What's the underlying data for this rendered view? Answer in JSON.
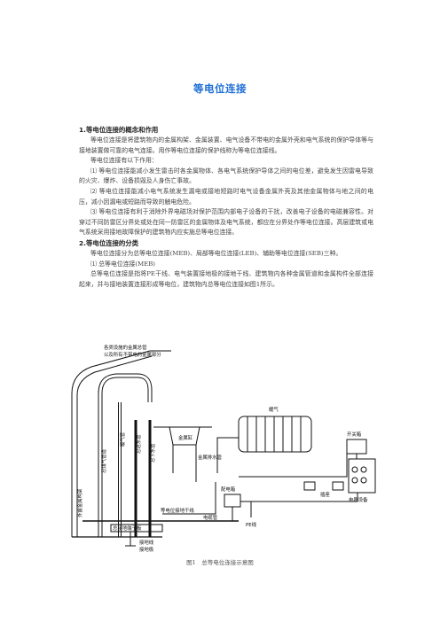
{
  "title": "等电位连接",
  "sections": [
    {
      "heading": "1.等电位连接的概念和作用",
      "paragraphs": [
        "等电位连接是将建筑物内的金属构架、金属装置、电气设备不带电的金属外壳和电气系统的保护导体等与接地装置做可靠的电气连接。用作等电位连接的保护线称为等电位连接线。",
        "等电位连接有以下作用：",
        "⑴ 等电位连接能减小发生雷击时各金属物体、各电气系统保护导体之间的电位差，避免发生因雷电导致的火灾、爆炸、设备损毁及人身伤亡事故。",
        "⑵ 等电位连接能减小电气系统发生漏电或接地短路时电气设备金属外壳及其他金属物体与地之间的电压，减小因漏电或短路而导致的触电危险。",
        "⑶ 等电位连接有利于消除外界电磁场对保护范围内部电子设备的干扰，改善电子设备的电磁兼容性。对穿过不同防雷区分界处或处在同一防雷区的金属物体及电气系统，都应在分界处作等电位连接。高层建筑或电气系统采用接地故障保护的建筑物内应实施总等电位连接。"
      ]
    },
    {
      "heading": "2.等电位连接的分类",
      "paragraphs": [
        "等电位连接分为总等电位连接(MEB)、局部等电位连接(LEB)、辅助等电位连接(SEB)三种。",
        "⑴ 总等电位连接(MEB)",
        "总等电位连接是指将PE干线、电气装置接地极的接地干线、建筑物内各种金属管道和金属构件全部连接起来，并与接地装置连接形成等电位，建筑物内总等电位连接如图1所示。"
      ]
    }
  ],
  "figure": {
    "labels": {
      "top_note_line1": "各类设施的金属总管",
      "top_note_line2": "以及所有不带电的金属部分",
      "building_frame": "外露金属构架",
      "gas_pipe": "总煤气管道",
      "heating_pipe": "暖气管",
      "water_supply": "总进水管",
      "drain_pipe": "总下水管",
      "metal_tank": "金属缸",
      "metal_drain": "金属排水管",
      "radiator": "暖气",
      "switch_box": "开关箱",
      "distribution_box": "配电箱",
      "socket": "插座",
      "electrical_equipment": "电器设备",
      "cable": "电缆管",
      "bonding_main": "等电位接地干线",
      "main_earth_bar": "总接地端子板",
      "earth_conductor": "接地线",
      "earth_electrode": "接地极",
      "pe_line": "PE线"
    },
    "caption": "图1　总等电位连接示意图"
  }
}
